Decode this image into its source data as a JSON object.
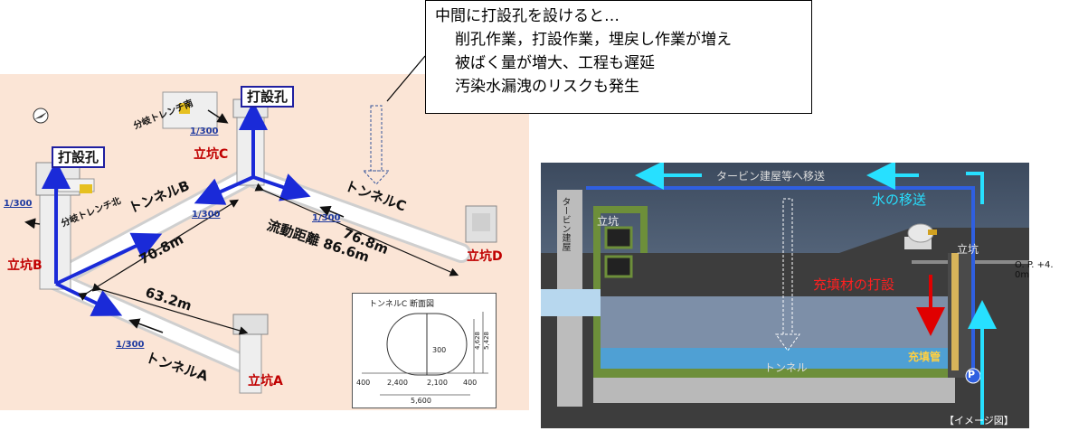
{
  "callout": {
    "lines": [
      "中間に打設孔を設けると…",
      "削孔作業，打設作業，埋戻し作業が増え",
      "被ばく量が増大、工程も遅延",
      "汚染水漏洩のリスクも発生"
    ]
  },
  "left_diagram": {
    "hole_label_1": "打設孔",
    "hole_label_2": "打設孔",
    "shaft_a": "立坑A",
    "shaft_b": "立坑B",
    "shaft_c": "立坑C",
    "shaft_d": "立坑D",
    "tunnel_a": "トンネルA",
    "tunnel_b": "トンネルB",
    "tunnel_c": "トンネルC",
    "branch_south": "分岐トレンチ南",
    "branch_north": "分岐トレンチ北",
    "dist_1": "70.8m",
    "dist_2": "76.8m",
    "dist_3": "63.2m",
    "flow_distance": "流動距離 86.6m",
    "slope_1": "1/300",
    "slope_2": "1/300",
    "slope_3": "1/300",
    "slope_4": "1/300",
    "slope_5": "1/300",
    "section": {
      "title": "トンネルC 断面図",
      "dim_300": "300",
      "dim_4628": "4,628",
      "dim_5428": "5,428",
      "dim_400a": "400",
      "dim_2400": "2,400",
      "dim_2100": "2,100",
      "dim_400b": "400",
      "dim_5600": "5,600"
    }
  },
  "right_diagram": {
    "top_label": "タービン建屋等へ移送",
    "water_transfer": "水の移送",
    "fill_placement": "充填材の打設",
    "fill_pipe": "充填管",
    "pump": "P",
    "shaft_left": "立坑",
    "shaft_right": "立坑",
    "building": "タービン建屋",
    "tunnel": "トンネル",
    "op_level": "O. P. +4. 0m",
    "image_tag": "【イメージ図】"
  },
  "colors": {
    "tunnel_arrow": "#1a2ad8",
    "shaft_red": "#c00000",
    "water_cyan": "#27e0ff",
    "fill_red": "#e00000",
    "left_bg": "#fbe5d6"
  }
}
